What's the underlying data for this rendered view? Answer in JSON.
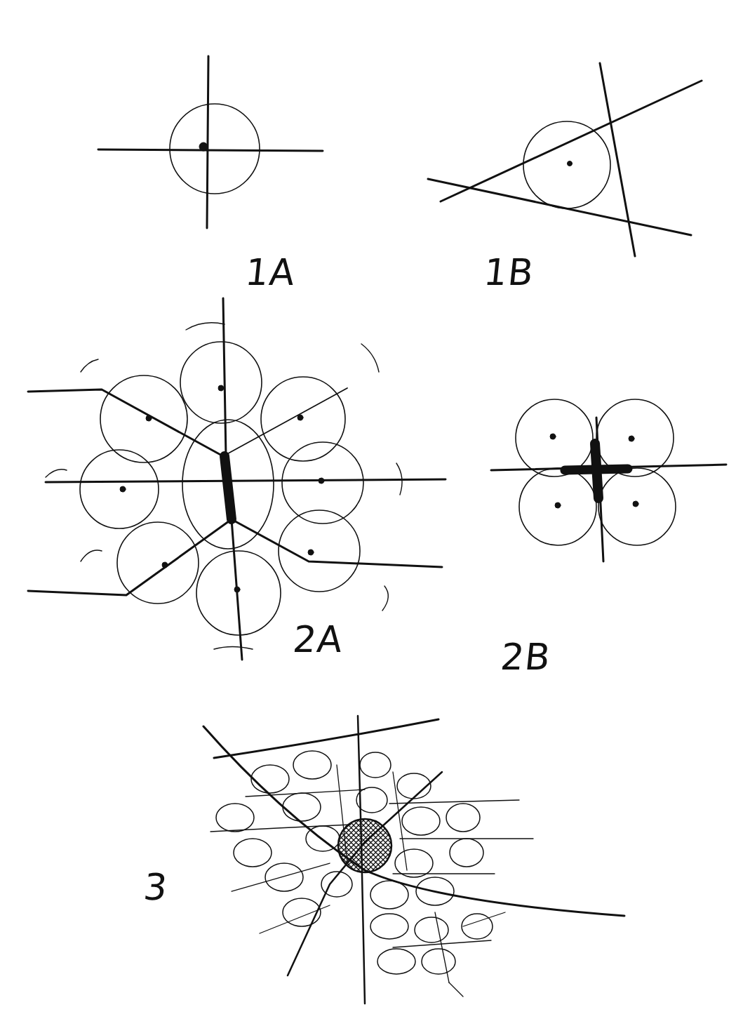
{
  "diagram": {
    "labels": [
      "1A",
      "1B",
      "2A",
      "2B",
      "3"
    ]
  }
}
